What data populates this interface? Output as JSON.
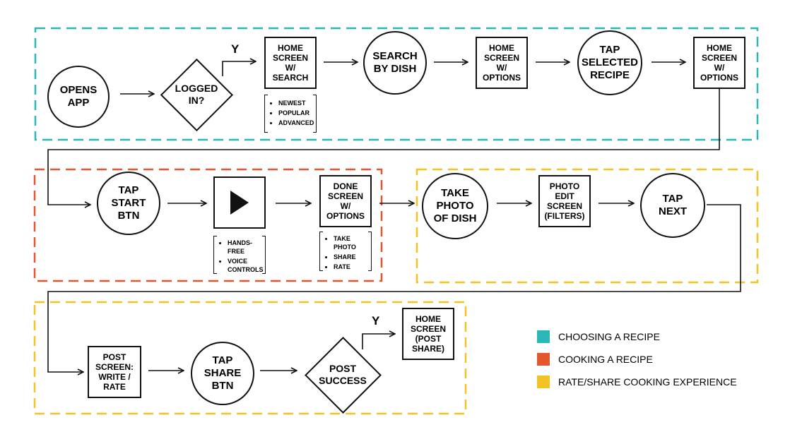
{
  "colors": {
    "teal": "#2ab7b7",
    "orange": "#e4572e",
    "yellow": "#f3c326"
  },
  "nodes": {
    "opens_app": "OPENS\nAPP",
    "logged_in": "LOGGED\nIN?",
    "home_search": "HOME\nSCREEN\nW/\nSEARCH",
    "search_by_dish": "SEARCH\nBY DISH",
    "home_options_1": "HOME\nSCREEN\nW/\nOPTIONS",
    "tap_selected_recipe": "TAP\nSELECTED\nRECIPE",
    "home_options_2": "HOME\nSCREEN\nW/\nOPTIONS",
    "tap_start_btn": "TAP\nSTART\nBTN",
    "play_icon": "play-icon",
    "done_screen": "DONE\nSCREEN\nW/\nOPTIONS",
    "take_photo": "TAKE\nPHOTO\nOF DISH",
    "photo_edit": "PHOTO\nEDIT\nSCREEN\n(FILTERS)",
    "tap_next": "TAP\nNEXT",
    "post_screen": "POST\nSCREEN:\nWRITE /\nRATE",
    "tap_share_btn": "TAP\nSHARE\nBTN",
    "post_success": "POST\nSUCCESS",
    "home_post_share": "HOME\nSCREEN\n(POST\nSHARE)"
  },
  "sublists": {
    "search_options": [
      "NEWEST",
      "POPULAR",
      "ADVANCED"
    ],
    "player_options": [
      "HANDS-\nFREE",
      "VOICE\nCONTROLS"
    ],
    "done_options": [
      "TAKE\nPHOTO",
      "SHARE",
      "RATE"
    ]
  },
  "branch_labels": {
    "logged_in_yes": "Y",
    "post_success_yes": "Y"
  },
  "legend": [
    {
      "label": "CHOOSING A RECIPE",
      "color": "#2ab7b7"
    },
    {
      "label": "COOKING A RECIPE",
      "color": "#e4572e"
    },
    {
      "label": "RATE/SHARE COOKING EXPERIENCE",
      "color": "#f3c326"
    }
  ]
}
